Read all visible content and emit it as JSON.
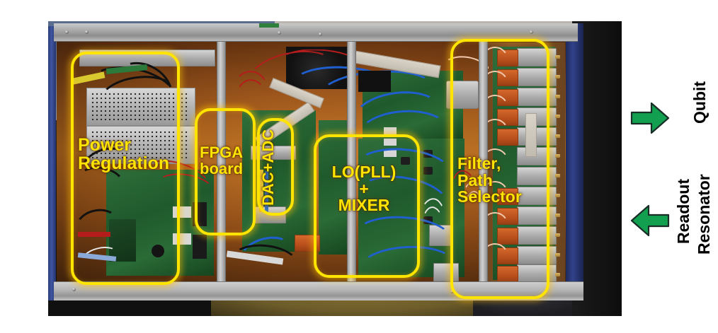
{
  "figure": {
    "kind": "annotated-photograph",
    "subject": "Control electronics rack chassis, interior view"
  },
  "annotations": [
    {
      "id": "power",
      "label": "Power\nRegulation",
      "color": "#ffe400",
      "orientation": "horizontal"
    },
    {
      "id": "fpga",
      "label": "FPGA\nboard",
      "color": "#ffe400",
      "orientation": "horizontal"
    },
    {
      "id": "dacadc",
      "label": "DAC+ADC",
      "color": "#ffe400",
      "orientation": "vertical"
    },
    {
      "id": "lo",
      "label": "LO(PLL)\n+\nMIXER",
      "color": "#ffe400",
      "orientation": "horizontal"
    },
    {
      "id": "filter",
      "label": "Filter,\nPath\nSelector",
      "color": "#ffe400",
      "orientation": "horizontal"
    }
  ],
  "ports": [
    {
      "id": "qubit",
      "label": "Qubit",
      "direction": "out",
      "arrow": "right-arrow-icon",
      "color": "#12a050"
    },
    {
      "id": "readout",
      "label": "Readout\nResonator",
      "direction": "in",
      "arrow": "left-arrow-icon",
      "color": "#12a050"
    }
  ],
  "labels": {
    "power": "Power\nRegulation",
    "fpga": "FPGA\nboard",
    "dacadc": "DAC+ADC",
    "lo": "LO(PLL)\n+\nMIXER",
    "filter": "Filter,\nPath\nSelector",
    "qubit": "Qubit",
    "readout_l1": "Readout",
    "readout_l2": "Resonator"
  },
  "colors": {
    "annotation": "#ffe400",
    "arrow": "#12a050",
    "arrow_stroke": "#1a2e28",
    "chassis_blue": "#31428a",
    "interior_copper": "#b0691f"
  }
}
